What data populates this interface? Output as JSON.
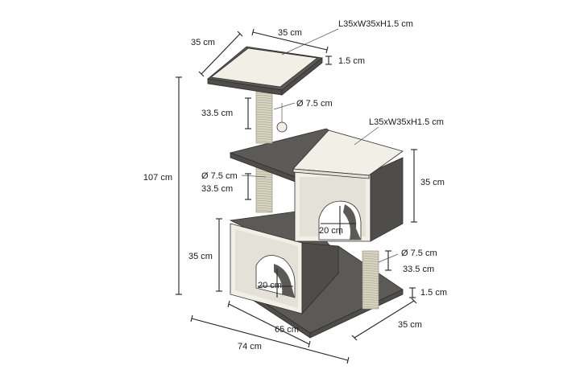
{
  "labels": {
    "top_depth": "35 cm",
    "top_width": "35 cm",
    "top_board_spec": "L35xW35xH1.5 cm",
    "top_thickness": "1.5 cm",
    "upper_post_height": "33.5 cm",
    "upper_post_diameter": "Ø 7.5 cm",
    "cube_board_spec": "L35xW35xH1.5 cm",
    "total_height": "107 cm",
    "middle_post_diameter": "Ø 7.5 cm",
    "middle_post_height": "33.5 cm",
    "upper_cube_height": "35 cm",
    "upper_hole": "20 cm",
    "lower_cube_height": "35 cm",
    "lower_hole": "20 cm",
    "right_post_diameter": "Ø 7.5 cm",
    "right_post_height": "33.5 cm",
    "base_thickness": "1.5 cm",
    "base_width": "65 cm",
    "base_depth": "35 cm",
    "total_width": "74 cm"
  }
}
